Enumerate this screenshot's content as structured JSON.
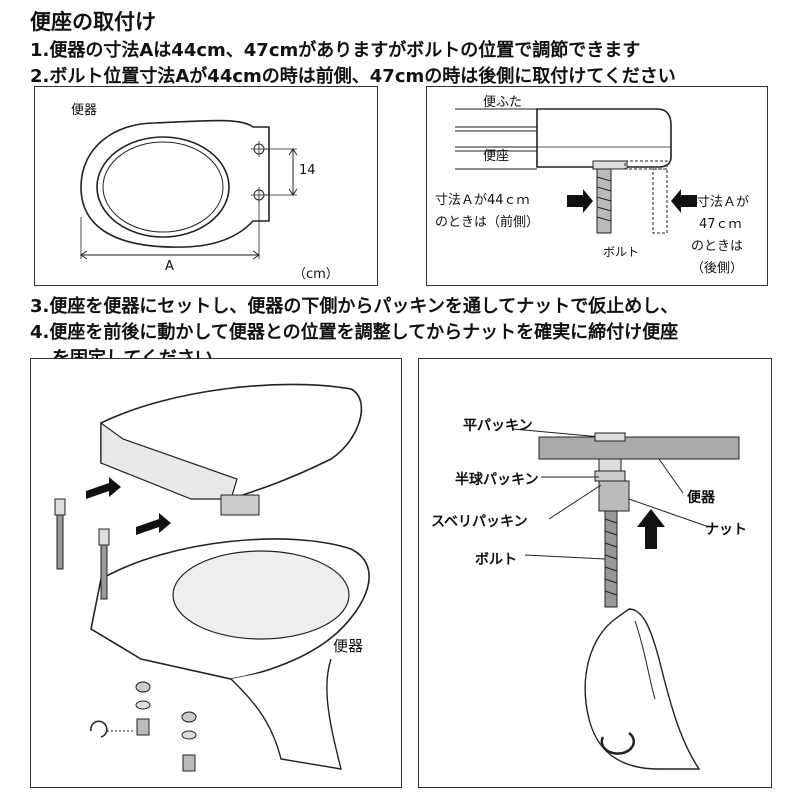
{
  "header": {
    "title": "便座の取付け",
    "step1": "1.便器の寸法Aは44cm、47cmがありますがボルトの位置で調節できます",
    "step2": "2.ボルト位置寸法Aが44cmの時は前側、47cmの時は後側に取付けてください",
    "step3": "3.便座を便器にセットし、便器の下側からパッキンを通してナットで仮止めし、",
    "step4_line1": "4.便座を前後に動かして便器との位置を調整してからナットを確実に締付け便座",
    "step4_line2": "を固定してください"
  },
  "fig1": {
    "toilet_label": "便器",
    "dim_14": "14",
    "dim_a": "A",
    "unit": "（cm）"
  },
  "fig2": {
    "lid_label": "便ふた",
    "seat_label": "便座",
    "front_label_line1": "寸法Ａが44ｃｍ",
    "front_label_line2": "のときは（前側）",
    "bolt_label": "ボルト",
    "rear_label_line1": "寸法Ａが",
    "rear_label_line2": "47ｃｍ",
    "rear_label_line3": "のときは",
    "rear_label_line4": "（後側）"
  },
  "fig3": {
    "toilet_label": "便器"
  },
  "fig4": {
    "flat_packing": "平パッキン",
    "hemi_packing": "半球パッキン",
    "slide_packing": "スベリパッキン",
    "bolt": "ボルト",
    "toilet": "便器",
    "nut": "ナット"
  }
}
